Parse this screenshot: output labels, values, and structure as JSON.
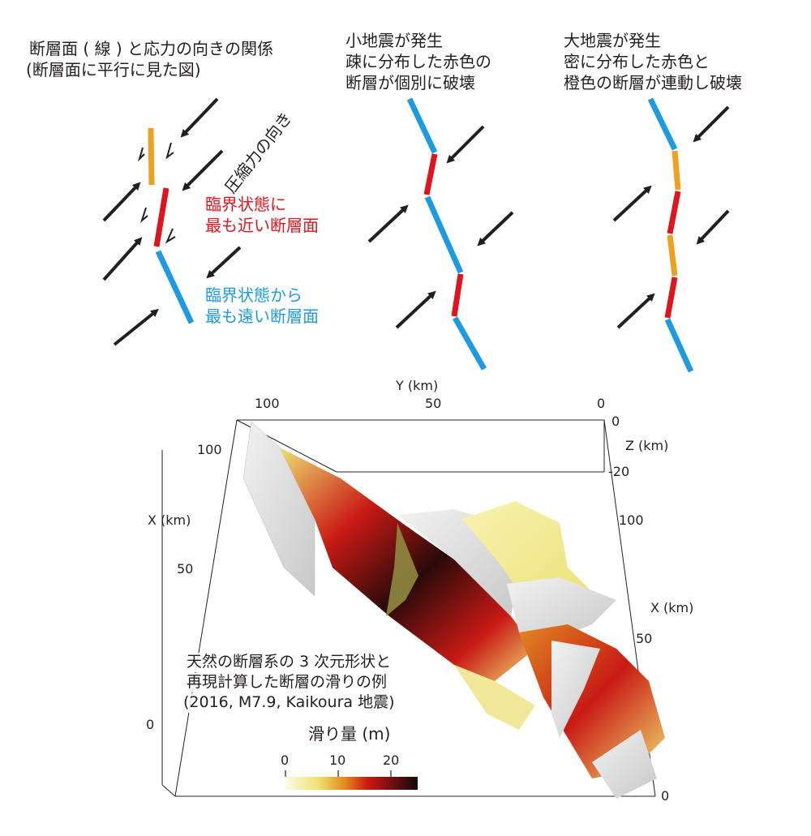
{
  "panels": {
    "left": {
      "title_line1": "断層面 ( 線 ) と応力の向きの関係",
      "title_line2": "(断層面に平行に見た図)",
      "compression_label": "圧縮力の向き",
      "red_label_line1": "臨界状態に",
      "red_label_line2": "最も近い断層面",
      "blue_label_line1": "臨界状態から",
      "blue_label_line2": "最も遠い断層面"
    },
    "middle": {
      "title_line1": "小地震が発生",
      "title_line2": "疎に分布した赤色の",
      "title_line3": "断層が個別に破壊"
    },
    "right": {
      "title_line1": "大地震が発生",
      "title_line2": "密に分布した赤色と",
      "title_line3": "橙色の断層が連動し破壊"
    }
  },
  "plot3d": {
    "y_axis_label": "Y (km)",
    "y_ticks": [
      "100",
      "50",
      "0"
    ],
    "z_axis_label": "Z (km)",
    "z_ticks": [
      "0",
      "-20"
    ],
    "x_axis_label_left": "X (km)",
    "x_ticks_left": [
      "100",
      "50",
      "0"
    ],
    "x_axis_label_right": "X (km)",
    "x_ticks_right": [
      "100",
      "50",
      "0"
    ],
    "caption_line1": "天然の断層系の 3 次元形状と",
    "caption_line2": "再現計算した断層の滑りの例",
    "caption_line3": "(2016, M7.9, Kaikoura 地震)",
    "colorbar_title": "滑り量 (m)",
    "colorbar_ticks": [
      "0",
      "10",
      "20"
    ]
  },
  "colors": {
    "blue_fault": "#1e9be0",
    "red_fault": "#e0141e",
    "orange_fault": "#f0a020",
    "arrow": "#231f20",
    "slip_low": "#f5f0a0",
    "slip_mid": "#d12a1a",
    "slip_high": "#1a0a0a"
  }
}
